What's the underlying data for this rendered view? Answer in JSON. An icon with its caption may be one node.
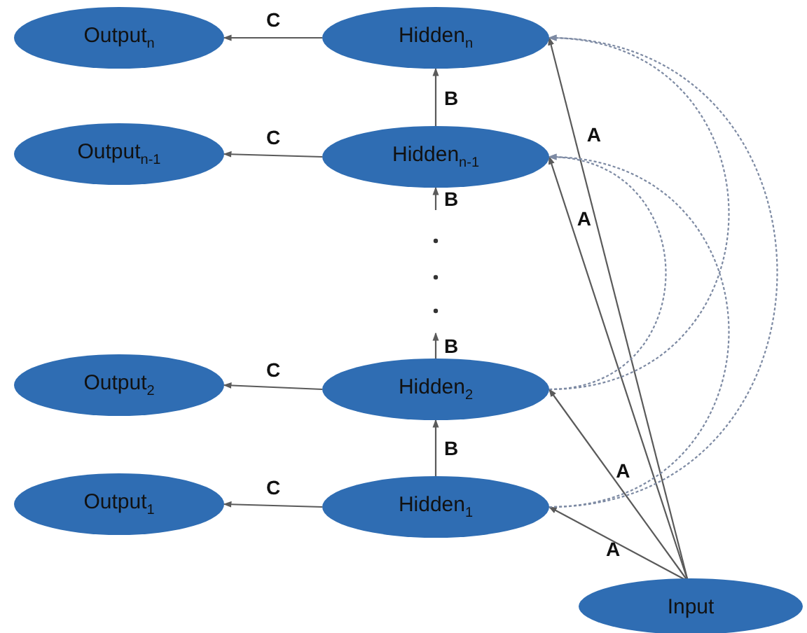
{
  "diagram": {
    "nodes": [
      {
        "text": [
          "Output$_{n}$"
        ]
      },
      {
        "text": [
          "Hidden$_{n}$"
        ]
      },
      {
        "text": [
          "Output$_{n-1}$"
        ]
      },
      {
        "text": [
          "Hidden$_{n-1}$"
        ]
      },
      {
        "text": [
          "Output$_{2}$"
        ]
      },
      {
        "text": [
          "Hidden$_{2}$"
        ]
      },
      {
        "text": [
          "Output$_{1}$"
        ]
      },
      {
        "text": [
          "Hidden$_{1}$"
        ]
      },
      {
        "text": [
          "Input"
        ]
      }
    ],
    "edges": [
      {
        "from": 1,
        "to": 0,
        "arrow": "to",
        "label": "C"
      },
      {
        "from": 3,
        "to": 2,
        "arrow": "to",
        "label": "C"
      },
      {
        "from": 5,
        "to": 4,
        "arrow": "to",
        "label": "C"
      },
      {
        "from": 7,
        "to": 6,
        "arrow": "to",
        "label": "C"
      },
      {
        "from": 3,
        "to": 1,
        "arrow": "to",
        "label": "B"
      },
      {
        "from": null,
        "to": 3,
        "arrow": "to",
        "label": "B"
      },
      {
        "from": 5,
        "to": null,
        "arrow": "to",
        "label": "B"
      },
      {
        "from": 7,
        "to": 5,
        "arrow": "to",
        "label": "B"
      },
      {
        "from": 8,
        "to": 1,
        "arrow": "to",
        "label": "A"
      },
      {
        "from": 8,
        "to": 3,
        "arrow": "to",
        "label": "A"
      },
      {
        "from": 8,
        "to": 5,
        "arrow": "to",
        "label": "A"
      },
      {
        "from": 8,
        "to": 7,
        "arrow": "to",
        "label": "A"
      },
      {
        "from": 7,
        "to": 1,
        "arrow": "to",
        "style": "dashed",
        "color": "#7d8aa3"
      },
      {
        "from": 5,
        "to": 1,
        "arrow": "to",
        "style": "dashed",
        "color": "#7d8aa3"
      },
      {
        "from": 7,
        "to": 3,
        "arrow": "to",
        "style": "dashed",
        "color": "#7d8aa3"
      },
      {
        "from": 5,
        "to": 3,
        "arrow": "to",
        "style": "dashed",
        "color": "#7d8aa3"
      }
    ]
  }
}
